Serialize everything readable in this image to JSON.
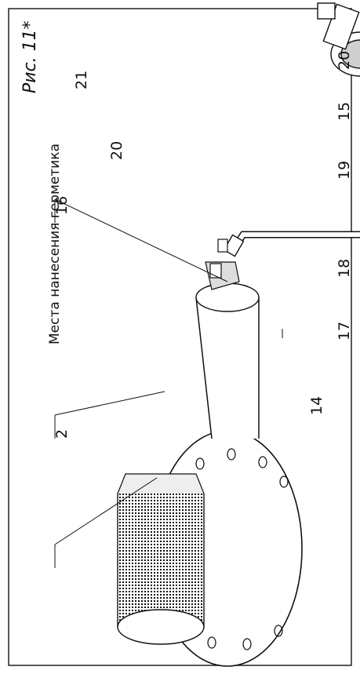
{
  "figure": {
    "caption": "Рис. 11*",
    "sealant_note": "Места нанесения герметика",
    "callouts": {
      "c2": "2",
      "c14": "14",
      "c15": "15",
      "c16": "16",
      "c17": "17",
      "c18": "18",
      "c19": "19",
      "c20a": "20",
      "c20b": "20",
      "c21": "21"
    }
  },
  "colors": {
    "line": "#111111",
    "paper": "#ffffff",
    "shade": "#cfcfcf",
    "dark": "#4a4a4a"
  }
}
